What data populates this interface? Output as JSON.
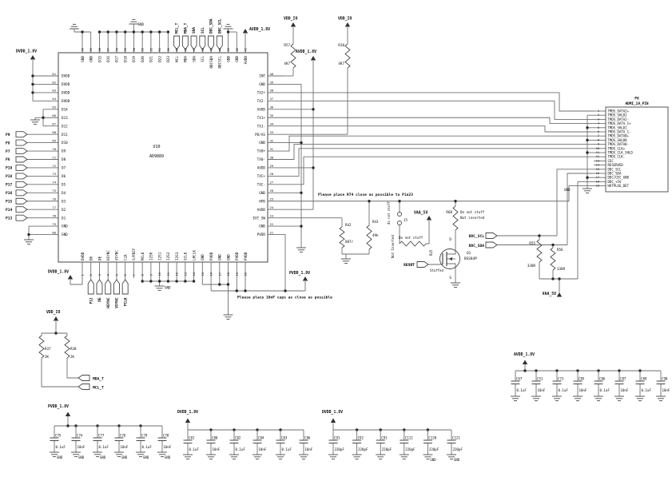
{
  "ic": {
    "ref": "U10",
    "part": "AD9889",
    "pins_left": [
      {
        "num": 61,
        "name": "DVDD"
      },
      {
        "num": 62,
        "name": "DVDD"
      },
      {
        "num": 63,
        "name": "DVDD"
      },
      {
        "num": 64,
        "name": "DVDD"
      },
      {
        "num": 65,
        "name": "D14"
      },
      {
        "num": 66,
        "name": "D13"
      },
      {
        "num": 67,
        "name": "D12"
      },
      {
        "num": 68,
        "name": "D11"
      },
      {
        "num": 69,
        "name": "D10"
      },
      {
        "num": 70,
        "name": "D9"
      },
      {
        "num": 71,
        "name": "D8"
      },
      {
        "num": 72,
        "name": "D7"
      },
      {
        "num": 73,
        "name": "D6"
      },
      {
        "num": 74,
        "name": "D5"
      },
      {
        "num": 75,
        "name": "D4"
      },
      {
        "num": 76,
        "name": "D3"
      },
      {
        "num": 77,
        "name": "D2"
      },
      {
        "num": 78,
        "name": "D1"
      },
      {
        "num": 79,
        "name": "GND"
      },
      {
        "num": 80,
        "name": "GND"
      }
    ],
    "pins_top": [
      {
        "num": 60,
        "name": "GND"
      },
      {
        "num": 59,
        "name": "GND"
      },
      {
        "num": 58,
        "name": "D15"
      },
      {
        "num": 57,
        "name": "D16"
      },
      {
        "num": 56,
        "name": "D17"
      },
      {
        "num": 55,
        "name": "D18"
      },
      {
        "num": 54,
        "name": "D19"
      },
      {
        "num": 53,
        "name": "D20"
      },
      {
        "num": 52,
        "name": "D21"
      },
      {
        "num": 51,
        "name": "D22"
      },
      {
        "num": 50,
        "name": "D23"
      },
      {
        "num": 49,
        "name": "MCL"
      },
      {
        "num": 48,
        "name": "MDA"
      },
      {
        "num": 47,
        "name": "SDA"
      },
      {
        "num": 46,
        "name": "SCL"
      },
      {
        "num": 45,
        "name": "DDCSDA"
      },
      {
        "num": 44,
        "name": "DDCSCL"
      },
      {
        "num": 43,
        "name": "GND"
      },
      {
        "num": 42,
        "name": "GND"
      },
      {
        "num": 41,
        "name": "AVDD"
      }
    ],
    "pins_right": [
      {
        "num": 40,
        "name": "INT"
      },
      {
        "num": 39,
        "name": "GND"
      },
      {
        "num": 38,
        "name": "TX2+"
      },
      {
        "num": 37,
        "name": "TX2-"
      },
      {
        "num": 36,
        "name": "AVDD"
      },
      {
        "num": 35,
        "name": "TX1+"
      },
      {
        "num": 34,
        "name": "TX1-"
      },
      {
        "num": 33,
        "name": "PD/AS"
      },
      {
        "num": 32,
        "name": "GND"
      },
      {
        "num": 31,
        "name": "TX0+"
      },
      {
        "num": 30,
        "name": "TX0-"
      },
      {
        "num": 29,
        "name": "AVDD"
      },
      {
        "num": 28,
        "name": "TXC+"
      },
      {
        "num": 27,
        "name": "TXC-"
      },
      {
        "num": 26,
        "name": "GND"
      },
      {
        "num": 25,
        "name": "HPD"
      },
      {
        "num": 24,
        "name": "AVDD"
      },
      {
        "num": 23,
        "name": "EXT_SW"
      },
      {
        "num": 22,
        "name": "GND"
      },
      {
        "num": 21,
        "name": "PVDD"
      }
    ],
    "pins_bottom": [
      {
        "num": 1,
        "name": "DVDD"
      },
      {
        "num": 2,
        "name": "D0"
      },
      {
        "num": 3,
        "name": "DE"
      },
      {
        "num": 4,
        "name": "HSYNC"
      },
      {
        "num": 5,
        "name": "VSYNC"
      },
      {
        "num": 6,
        "name": "CLK"
      },
      {
        "num": 7,
        "name": "S/PDIF"
      },
      {
        "num": 8,
        "name": "MCLK"
      },
      {
        "num": 9,
        "name": "I2S0"
      },
      {
        "num": 10,
        "name": "I2S1"
      },
      {
        "num": 11,
        "name": "I2S2"
      },
      {
        "num": 12,
        "name": "I2S3"
      },
      {
        "num": 13,
        "name": "SCLK"
      },
      {
        "num": 14,
        "name": "LRCLK"
      },
      {
        "num": 15,
        "name": "GND"
      },
      {
        "num": 16,
        "name": "PVDD"
      },
      {
        "num": 17,
        "name": "GND"
      },
      {
        "num": 18,
        "name": "GND"
      },
      {
        "num": 19,
        "name": "PVDD"
      },
      {
        "num": 20,
        "name": "PVDD"
      }
    ]
  },
  "hdmi": {
    "ref": "P8",
    "part": "HDMI_19_PIN",
    "pins": [
      {
        "num": 1,
        "name": "TMDS_DATA2+"
      },
      {
        "num": 2,
        "name": "TMDS_SHLD2"
      },
      {
        "num": 3,
        "name": "TMDS_DATA2-"
      },
      {
        "num": 4,
        "name": "TMDS_DATA_1+"
      },
      {
        "num": 5,
        "name": "TMDS_SHLD1"
      },
      {
        "num": 6,
        "name": "TMDS_DATA_1-"
      },
      {
        "num": 7,
        "name": "TMDS_DATA0+"
      },
      {
        "num": 8,
        "name": "TMDS_SHLD0"
      },
      {
        "num": 9,
        "name": "TMDS_DATA0-"
      },
      {
        "num": 10,
        "name": "TMDS_CLK+"
      },
      {
        "num": 11,
        "name": "TMDS_CLK_SHLD"
      },
      {
        "num": 12,
        "name": "TMDS_CLK-"
      },
      {
        "num": 13,
        "name": "CEC"
      },
      {
        "num": 14,
        "name": "RESERVED"
      },
      {
        "num": 15,
        "name": "DDC_SCL"
      },
      {
        "num": 16,
        "name": "DDC_SDA"
      },
      {
        "num": 17,
        "name": "DDC/CEC_GND"
      },
      {
        "num": 18,
        "name": "DDC_+5V"
      },
      {
        "num": 19,
        "name": "HOTPLUG_DET"
      }
    ]
  },
  "left_ports": [
    "P9",
    "P8",
    "P7",
    "P6",
    "P19",
    "P18",
    "P17",
    "P16",
    "P15",
    "P14",
    "P13"
  ],
  "top_ports": [
    "MCL_T",
    "MDA_T",
    "SDA",
    "SCL",
    "DDC_SDA",
    "DDC_SCL"
  ],
  "bottom_ports": [
    "P12",
    "DE",
    "HSYNC",
    "VSYNC",
    "PCLK"
  ],
  "mid_ports": {
    "ddc_scl": "DDC_SCL",
    "ddc_sda": "DDC_SDA",
    "reset": "RESET",
    "mda": "MDA_T",
    "mcl": "MCL_T"
  },
  "power": {
    "dvdd": "DVDD_1.8V",
    "avdd": "AVDD_1.8V",
    "pvdd": "PVDD_1.8V",
    "vdd_io": "VDD_IO",
    "vaa": "VAA_5V"
  },
  "resistors": [
    {
      "ref": "R57",
      "value": "4K7"
    },
    {
      "ref": "R38",
      "value": "4K7"
    },
    {
      "ref": "R37",
      "value": "2K"
    },
    {
      "ref": "R38",
      "value": "2K"
    },
    {
      "ref": "R42",
      "value": "887r"
    },
    {
      "ref": "R43",
      "value": "49k"
    },
    {
      "ref": "R55",
      "value": "330R"
    },
    {
      "ref": "R56",
      "value": "330R"
    },
    {
      "ref": "R60",
      "value": ""
    },
    {
      "ref": "R25",
      "value": ""
    }
  ],
  "capacitor_banks": [
    {
      "net": "PVDD_1.8V",
      "caps": [
        {
          "ref": "C75",
          "value": "0.1uF"
        },
        {
          "ref": "C74",
          "value": "10nF"
        },
        {
          "ref": "C77",
          "value": "0.1uF"
        },
        {
          "ref": "C76",
          "value": "10nF"
        },
        {
          "ref": "C79",
          "value": "0.1uF"
        },
        {
          "ref": "C78",
          "value": "10nF"
        }
      ]
    },
    {
      "net": "DVDD_1.8V",
      "caps": [
        {
          "ref": "C81",
          "value": "0.1uF"
        },
        {
          "ref": "C80",
          "value": "10nF"
        },
        {
          "ref": "C82",
          "value": "0.1uF"
        },
        {
          "ref": "C84",
          "value": "10nF"
        },
        {
          "ref": "C83",
          "value": "0.1uF"
        },
        {
          "ref": "C86",
          "value": "10nF"
        }
      ]
    },
    {
      "net": "DVDD_1.8V",
      "caps": [
        {
          "ref": "C91",
          "value": "220pF"
        },
        {
          "ref": "C92",
          "value": "220pF"
        },
        {
          "ref": "C93",
          "value": "220pF"
        },
        {
          "ref": "C112",
          "value": "220pF"
        },
        {
          "ref": "C120",
          "value": "220pF"
        },
        {
          "ref": "C121",
          "value": "220pF"
        }
      ]
    },
    {
      "net": "AVDD_1.8V",
      "caps": [
        {
          "ref": "C67",
          "value": "0.1uF"
        },
        {
          "ref": "C51",
          "value": "10nF"
        },
        {
          "ref": "C73",
          "value": "0.1uF"
        },
        {
          "ref": "C85",
          "value": "10nF"
        },
        {
          "ref": "C86",
          "value": "0.1uF"
        },
        {
          "ref": "C87",
          "value": "10nF"
        },
        {
          "ref": "C89",
          "value": "0.1uF"
        },
        {
          "ref": "C90",
          "value": "10nF"
        }
      ]
    }
  ],
  "transistor": {
    "ref": "Q1",
    "part": "BSS84P",
    "drain": "D",
    "source": "S"
  },
  "jumper": {
    "ref": "J5"
  },
  "notes": {
    "place_r74": "Please place R74 close as possible to Pin23",
    "place_caps": "Please place 10nF caps as close as possible",
    "do_not_stuff_lc": "do not stuff",
    "do_not_stuff": "Do not stuff",
    "not_inserted": "Not Inserted",
    "not_inserted2": "Not inserted",
    "stuffed": "Stuffed",
    "gnd": "GND"
  }
}
